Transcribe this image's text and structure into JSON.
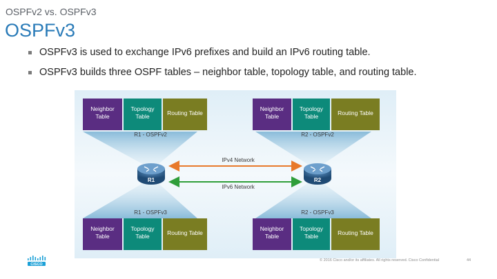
{
  "slide": {
    "subtitle": "OSPFv2 vs. OSPFv3",
    "title": "OSPFv3",
    "bullets": [
      "OSPFv3 is used to exchange IPv6 prefixes and build an IPv6 routing table.",
      "OSPFv3 builds three OSPF tables – neighbor table, topology table, and routing table."
    ],
    "footer": "© 2016  Cisco and/or its affiliates. All rights reserved.   Cisco Confidential",
    "page_number": "44"
  },
  "diagram": {
    "tables": {
      "neighbor": [
        "Neighbor",
        "Table"
      ],
      "topology": [
        "Topology",
        "Table"
      ],
      "routing": "Routing Table"
    },
    "captions": {
      "r1_v2": "R1 - OSPFv2",
      "r2_v2": "R2 - OSPFv2",
      "r1_v3": "R1 - OSPFv3",
      "r2_v3": "R2 - OSPFv3"
    },
    "routers": {
      "r1": "R1",
      "r2": "R2"
    },
    "networks": {
      "ipv4": "IPv4 Network",
      "ipv6": "IPv6 Network"
    },
    "colors": {
      "neighbor": "#5a2d82",
      "topology": "#0d8a7a",
      "routing": "#7a7d22",
      "ipv4_arrow": "#e8792a",
      "ipv6_arrow": "#2f9e3a",
      "beam": "#7fb7d8",
      "router": "#2b5d8a"
    },
    "icons": [
      "router-icon",
      "cisco-logo-icon"
    ]
  }
}
